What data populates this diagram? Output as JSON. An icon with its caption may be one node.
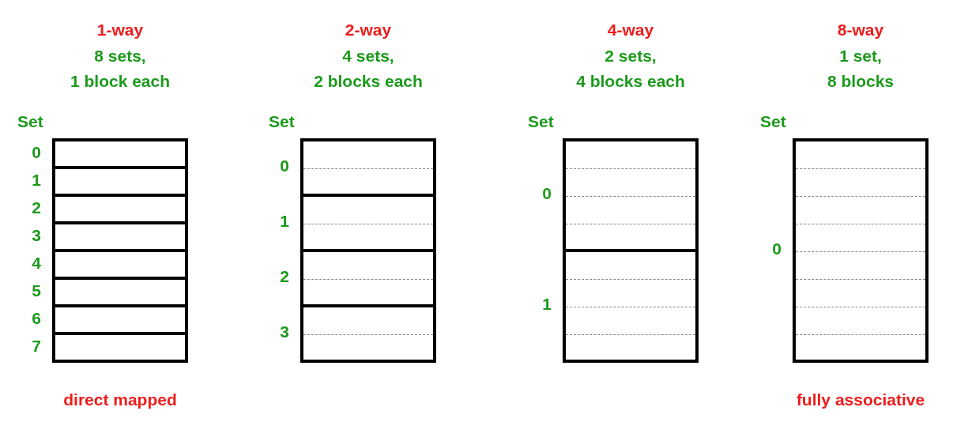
{
  "diagram": {
    "nodes": [
      {
        "text": [],
        "shape": "box",
        "beside": [
          "1-way",
          "8 sets, 1 block each",
          "Set",
          "0",
          "1",
          "2",
          "3",
          "4",
          "5",
          "6",
          "7"
        ]
      },
      {
        "text": [],
        "shape": "box",
        "beside": [
          "2-way",
          "4 sets, 2 blocks each",
          "Set",
          "0",
          "1",
          "2",
          "3"
        ]
      },
      {
        "text": [],
        "shape": "box",
        "beside": [
          "4-way",
          "2 sets, 4 blocks each",
          "Set",
          "0",
          "1"
        ]
      },
      {
        "text": [],
        "shape": "box",
        "beside": [
          "8-way",
          "1 set, 8 blocks",
          "Set",
          "0"
        ]
      }
    ],
    "labels": [
      "direct mapped",
      "fully associative"
    ]
  }
}
